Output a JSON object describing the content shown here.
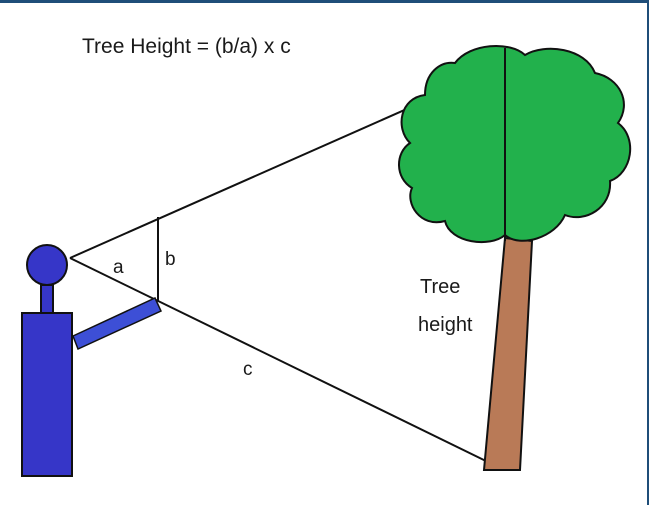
{
  "formula": "Tree Height = (b/a) x c",
  "labels": {
    "a": "a",
    "b": "b",
    "c": "c",
    "tree_line1": "Tree",
    "tree_line2": "height"
  },
  "colors": {
    "person": "#3636c8",
    "arm": "#3d4fd6",
    "canopy": "#22b14c",
    "trunk": "#b97a57",
    "line": "#111111",
    "frame": "#1f4e79"
  }
}
